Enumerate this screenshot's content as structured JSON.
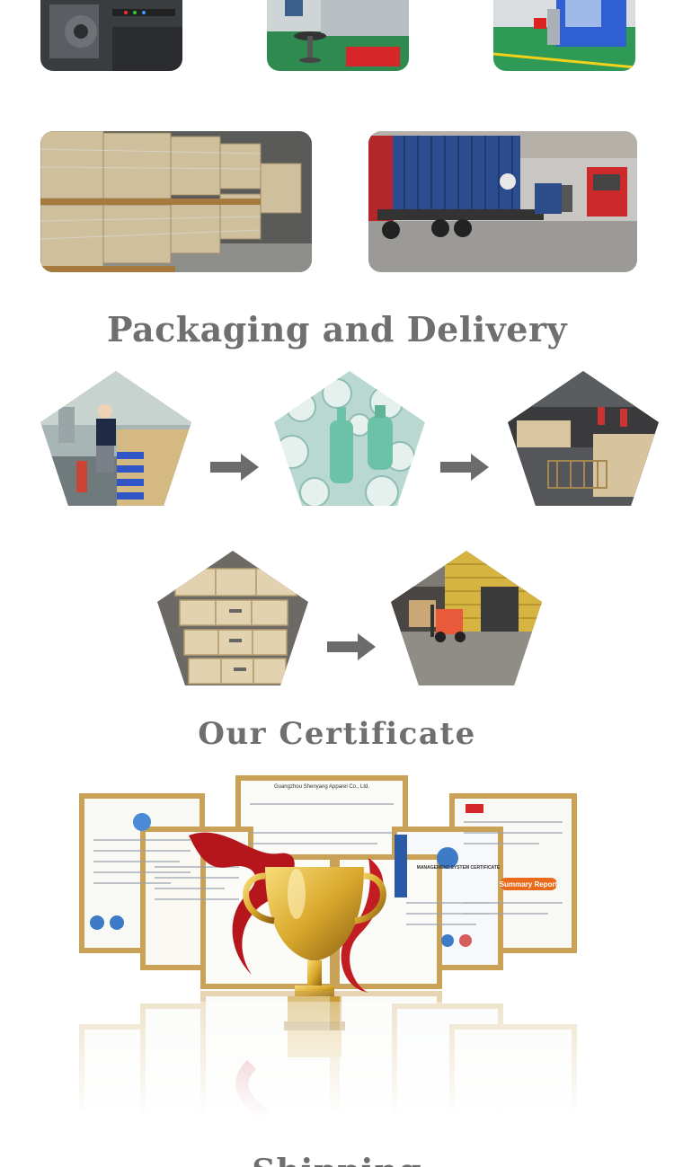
{
  "sections": {
    "packaging": {
      "title": "Packaging and Delivery"
    },
    "certificate": {
      "title": "Our Certificate"
    },
    "shipping": {
      "title": "Shipping"
    }
  },
  "certificates": {
    "company_line": "Guangzhou Shenyang Apparel Co., Ltd.",
    "summary_badge": "Summary Report",
    "mgmt_title": "MANAGEMENT SYSTEM CERTIFICATE"
  },
  "colors": {
    "heading": "#6f6f6f",
    "arrow": "#6b6b6b",
    "frame_gold": "#c9a257",
    "trophy_gold": "#d9a92c",
    "ribbon_red": "#b5161b"
  }
}
